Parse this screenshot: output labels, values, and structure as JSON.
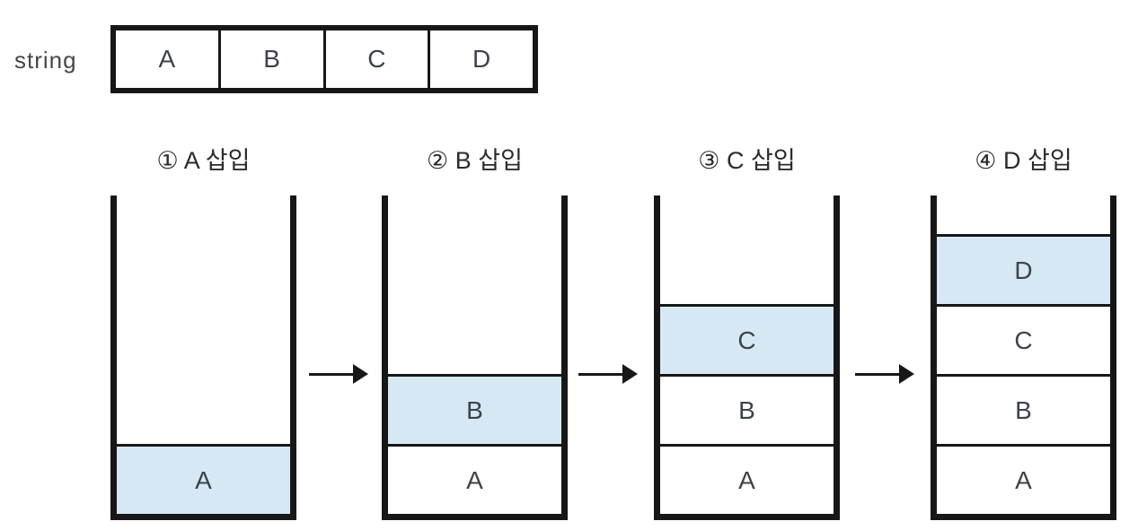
{
  "array": {
    "label": "string",
    "cells": [
      "A",
      "B",
      "C",
      "D"
    ]
  },
  "steps": [
    {
      "label": "① A 삽입",
      "cells": [
        {
          "value": "A",
          "highlight": true
        }
      ]
    },
    {
      "label": "② B 삽입",
      "cells": [
        {
          "value": "B",
          "highlight": true
        },
        {
          "value": "A",
          "highlight": false
        }
      ]
    },
    {
      "label": "③ C 삽입",
      "cells": [
        {
          "value": "C",
          "highlight": true
        },
        {
          "value": "B",
          "highlight": false
        },
        {
          "value": "A",
          "highlight": false
        }
      ]
    },
    {
      "label": "④ D 삽입",
      "cells": [
        {
          "value": "D",
          "highlight": true
        },
        {
          "value": "C",
          "highlight": false
        },
        {
          "value": "B",
          "highlight": false
        },
        {
          "value": "A",
          "highlight": false
        }
      ]
    }
  ],
  "icons": {
    "arrow_right": "→"
  },
  "colors": {
    "highlight_fill": "#d7e8f5",
    "line": "#171717",
    "letter": "#3d434b",
    "background": "#ffffff"
  }
}
